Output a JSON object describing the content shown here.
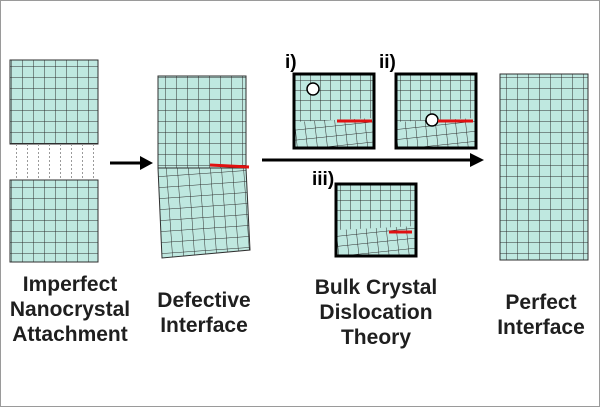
{
  "colors": {
    "crystal_fill": "#bfe8e0",
    "grid_line": "#2f2f2f",
    "box_border": "#000000",
    "dislocation": "#e01010",
    "arrow": "#000000"
  },
  "stages": [
    {
      "label_lines": [
        "Imperfect",
        "Nanocrystal",
        "Attachment"
      ]
    },
    {
      "label_lines": [
        "Defective",
        "Interface"
      ]
    },
    {
      "label_lines": [
        "Bulk Crystal",
        "Dislocation",
        "Theory"
      ]
    },
    {
      "label_lines": [
        "Perfect",
        "Interface"
      ]
    }
  ],
  "insets": [
    {
      "label": "i)"
    },
    {
      "label": "ii)"
    },
    {
      "label": "iii)"
    }
  ]
}
